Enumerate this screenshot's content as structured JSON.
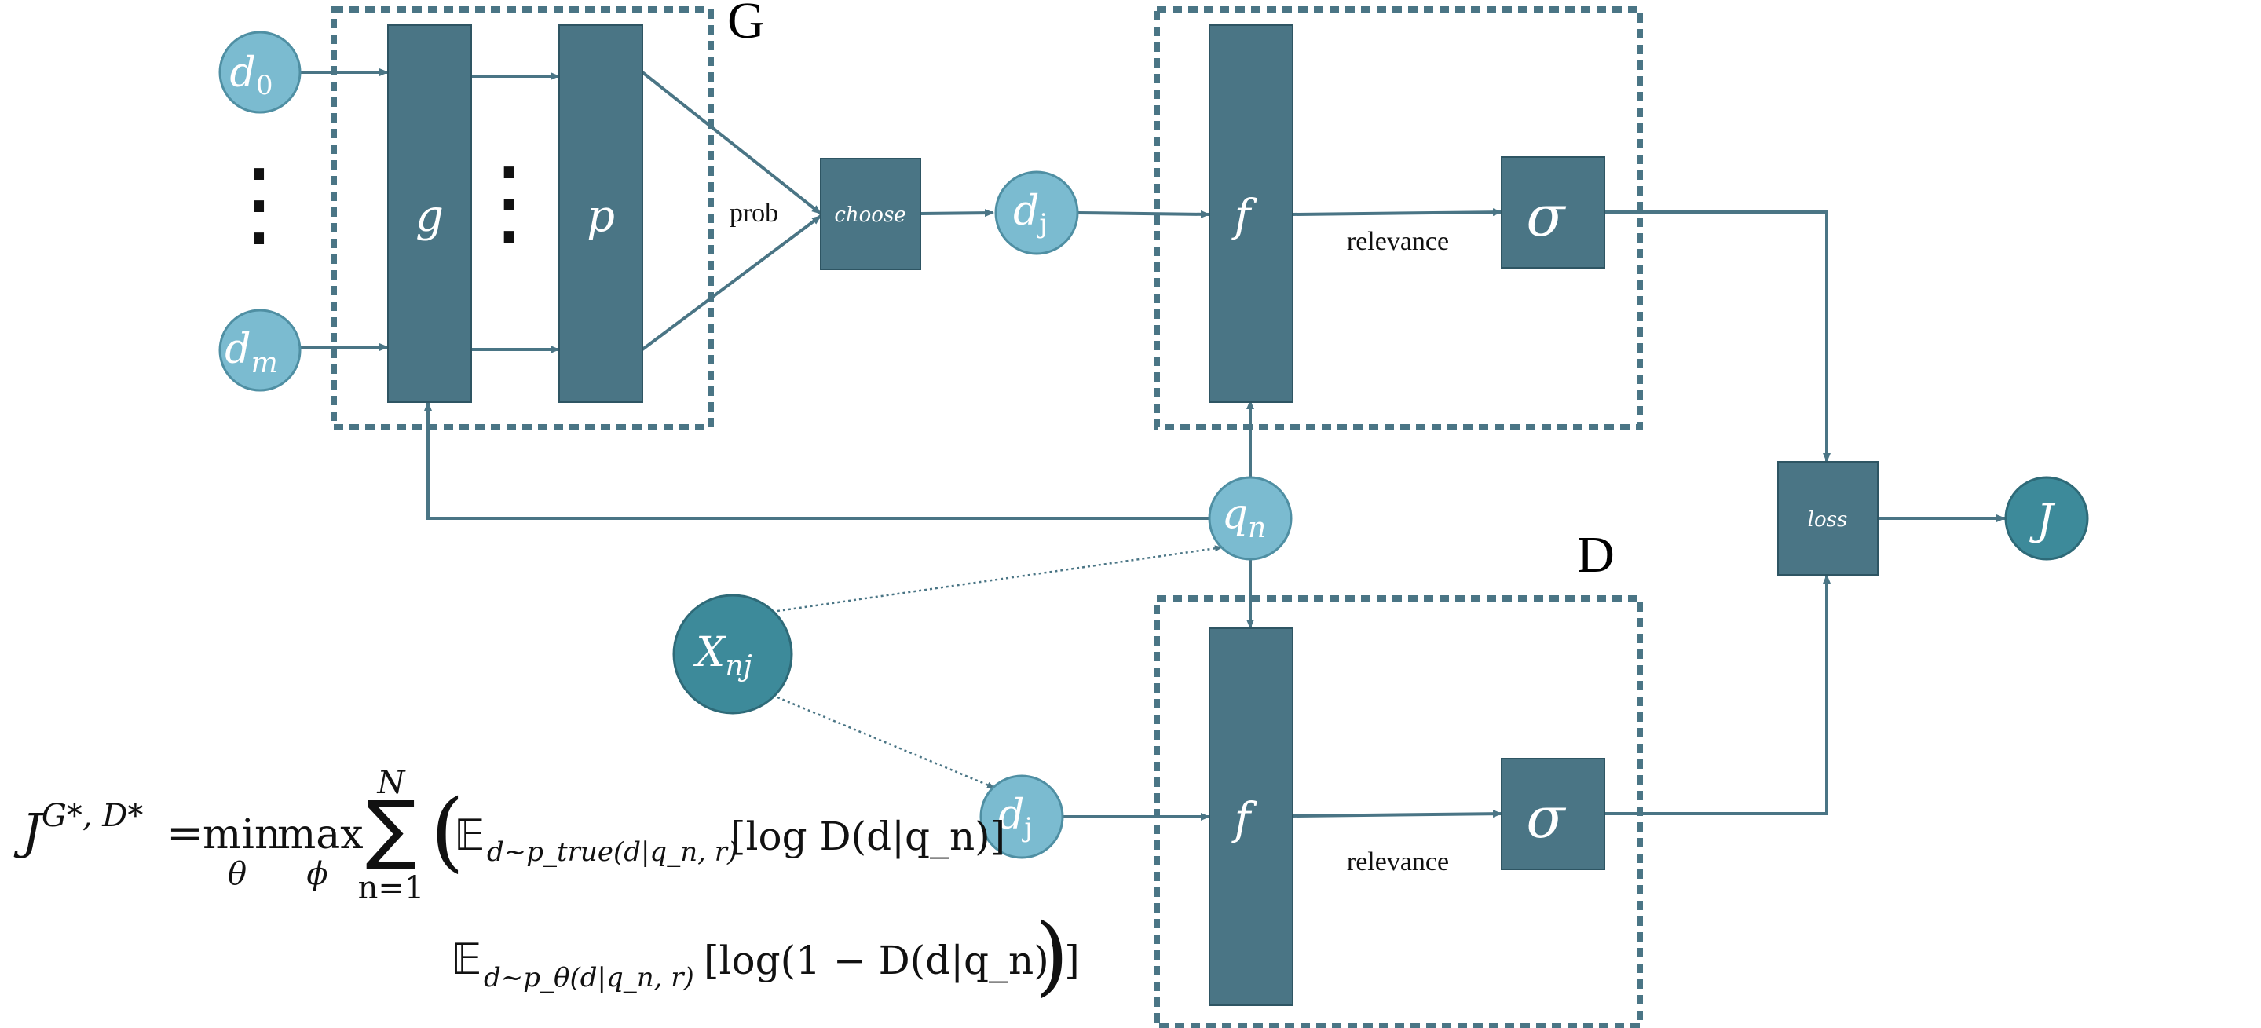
{
  "colors": {
    "node_light": "#7BBBD0",
    "node_dark": "#3D8A9A",
    "block": "#4A7585",
    "arrow": "#4A7585",
    "frame": "#4A7585"
  },
  "nodes": {
    "d0": {
      "base": "d",
      "sub": "0"
    },
    "dm": {
      "base": "d",
      "sub": "m"
    },
    "dots_left": "⋮",
    "dots_mid": "⋮",
    "dj_top": {
      "base": "d",
      "sub": "j"
    },
    "dj_bottom": {
      "base": "d",
      "sub": "j"
    },
    "qn": {
      "base": "q",
      "sub": "n"
    },
    "xnj": {
      "base": "X",
      "sub": "nj"
    },
    "J": "J"
  },
  "blocks": {
    "g": "g",
    "p": "p",
    "choose": "choose",
    "f_top": "f",
    "sigma_top": "σ",
    "f_bottom": "f",
    "sigma_bottom": "σ",
    "loss": "loss"
  },
  "labels": {
    "prob": "prob",
    "relevance_top": "relevance",
    "relevance_bottom": "relevance",
    "frame_G": "G",
    "frame_D": "D"
  },
  "equation": {
    "lhs_base": "J",
    "lhs_sup": "G*, D*",
    "equals": "=",
    "min": "min",
    "min_sub": "θ",
    "max": "max",
    "max_sub": "ϕ",
    "sum": "∑",
    "sum_top": "N",
    "sum_bottom": "n=1",
    "open_paren": "(",
    "close_paren": ")",
    "term1_E": "𝔼",
    "term1_sub": "d~p_true(d|q_n, r)",
    "term1_body": "[log D(d|q_n)]",
    "term2_E": "𝔼",
    "term2_sub": "d~p_θ(d|q_n, r)",
    "term2_body": "[log(1 − D(d|q_n))]"
  }
}
